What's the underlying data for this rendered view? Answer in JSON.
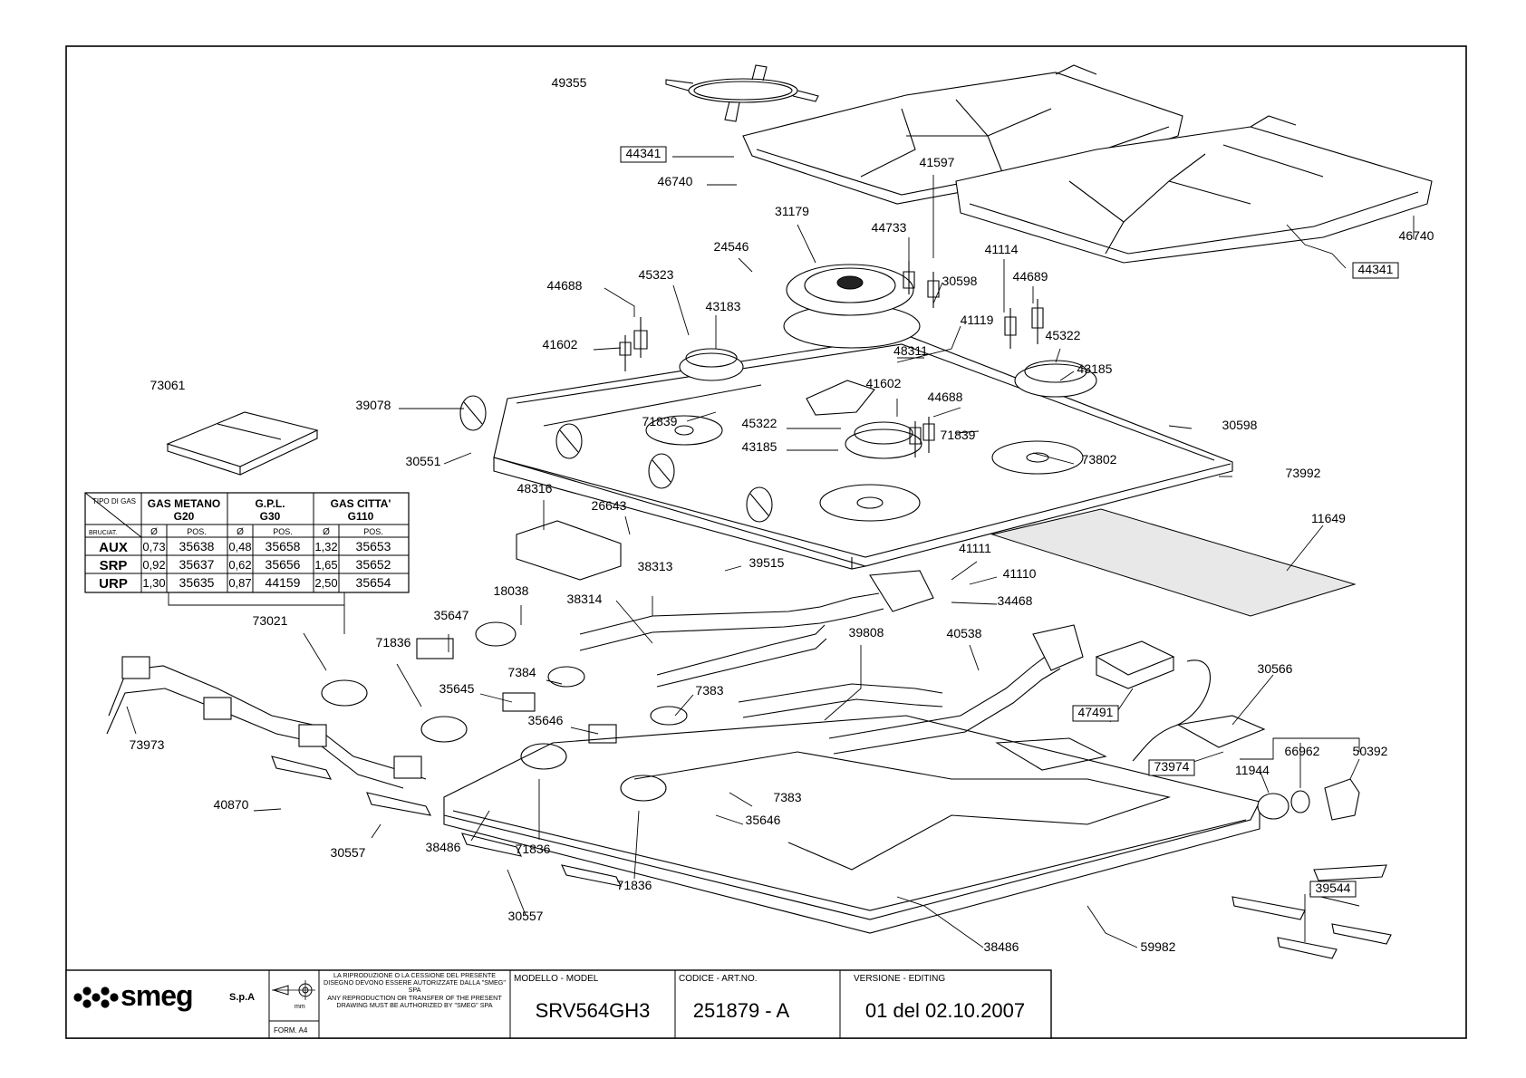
{
  "gas_table": {
    "corner_top": "TIPO DI GAS",
    "corner_bottom": "BRUCIAT.",
    "groups": [
      {
        "name": "GAS METANO",
        "code": "G20"
      },
      {
        "name": "G.P.L.",
        "code": "G30"
      },
      {
        "name": "GAS CITTA'",
        "code": "G110"
      }
    ],
    "sub_diam": "Ø",
    "sub_pos": "POS.",
    "rows": [
      {
        "burner": "AUX",
        "cells": [
          "0,73",
          "35638",
          "0,48",
          "35658",
          "1,32",
          "35653"
        ]
      },
      {
        "burner": "SRP",
        "cells": [
          "0,92",
          "35637",
          "0,62",
          "35656",
          "1,65",
          "35652"
        ]
      },
      {
        "burner": "URP",
        "cells": [
          "1,30",
          "35635",
          "0,87",
          "44159",
          "2,50",
          "35654"
        ]
      }
    ]
  },
  "parts": [
    {
      "id": "p49355",
      "label": "49355"
    },
    {
      "id": "p44341a",
      "label": "44341",
      "boxed": true
    },
    {
      "id": "p46740a",
      "label": "46740"
    },
    {
      "id": "p41597",
      "label": "41597"
    },
    {
      "id": "p31179",
      "label": "31179"
    },
    {
      "id": "p44733",
      "label": "44733"
    },
    {
      "id": "p46740b",
      "label": "46740"
    },
    {
      "id": "p44341b",
      "label": "44341",
      "boxed": true
    },
    {
      "id": "p41114",
      "label": "41114"
    },
    {
      "id": "p44689",
      "label": "44689"
    },
    {
      "id": "p30598a",
      "label": "30598"
    },
    {
      "id": "p24546",
      "label": "24546"
    },
    {
      "id": "p45323",
      "label": "45323"
    },
    {
      "id": "p44688a",
      "label": "44688"
    },
    {
      "id": "p43183",
      "label": "43183"
    },
    {
      "id": "p41119",
      "label": "41119"
    },
    {
      "id": "p48311",
      "label": "48311"
    },
    {
      "id": "p41602a",
      "label": "41602"
    },
    {
      "id": "p45322a",
      "label": "45322"
    },
    {
      "id": "p43185a",
      "label": "43185"
    },
    {
      "id": "p73061",
      "label": "73061"
    },
    {
      "id": "p39078",
      "label": "39078"
    },
    {
      "id": "p41602b",
      "label": "41602"
    },
    {
      "id": "p44688b",
      "label": "44688"
    },
    {
      "id": "p71839a",
      "label": "71839"
    },
    {
      "id": "p45322b",
      "label": "45322"
    },
    {
      "id": "p71839b",
      "label": "71839"
    },
    {
      "id": "p30598b",
      "label": "30598"
    },
    {
      "id": "p43185b",
      "label": "43185"
    },
    {
      "id": "p73802",
      "label": "73802"
    },
    {
      "id": "p30551",
      "label": "30551"
    },
    {
      "id": "p73992",
      "label": "73992"
    },
    {
      "id": "p48316",
      "label": "48316"
    },
    {
      "id": "p26643",
      "label": "26643"
    },
    {
      "id": "p11649",
      "label": "11649"
    },
    {
      "id": "p39515",
      "label": "39515"
    },
    {
      "id": "p41111",
      "label": "41111"
    },
    {
      "id": "p41110",
      "label": "41110"
    },
    {
      "id": "p38313",
      "label": "38313"
    },
    {
      "id": "p18038",
      "label": "18038"
    },
    {
      "id": "p38314",
      "label": "38314"
    },
    {
      "id": "p34468",
      "label": "34468"
    },
    {
      "id": "p35647",
      "label": "35647"
    },
    {
      "id": "p73021",
      "label": "73021"
    },
    {
      "id": "p39808",
      "label": "39808"
    },
    {
      "id": "p40538",
      "label": "40538"
    },
    {
      "id": "p71836a",
      "label": "71836"
    },
    {
      "id": "p7384",
      "label": "7384"
    },
    {
      "id": "p30566",
      "label": "30566"
    },
    {
      "id": "p35645",
      "label": "35645"
    },
    {
      "id": "p7383a",
      "label": "7383"
    },
    {
      "id": "p47491",
      "label": "47491",
      "boxed": true
    },
    {
      "id": "p35646a",
      "label": "35646"
    },
    {
      "id": "p73973",
      "label": "73973"
    },
    {
      "id": "p66962",
      "label": "66962"
    },
    {
      "id": "p50392",
      "label": "50392"
    },
    {
      "id": "p73974",
      "label": "73974",
      "boxed": true
    },
    {
      "id": "p11944",
      "label": "11944"
    },
    {
      "id": "p40870",
      "label": "40870"
    },
    {
      "id": "p7383b",
      "label": "7383"
    },
    {
      "id": "p35646b",
      "label": "35646"
    },
    {
      "id": "p30557a",
      "label": "30557"
    },
    {
      "id": "p38486a",
      "label": "38486"
    },
    {
      "id": "p71836b",
      "label": "71836"
    },
    {
      "id": "p71836c",
      "label": "71836"
    },
    {
      "id": "p39544",
      "label": "39544",
      "boxed": true
    },
    {
      "id": "p30557b",
      "label": "30557"
    },
    {
      "id": "p38486b",
      "label": "38486"
    },
    {
      "id": "p59982",
      "label": "59982"
    }
  ],
  "title_block": {
    "brand": "smeg",
    "company": "S.p.A",
    "form": "FORM. A4",
    "notice_it": "LA RIPRODUZIONE O LA CESSIONE DEL PRESENTE DISEGNO DEVONO ESSERE AUTORIZZATE DALLA \"SMEG\" SPA",
    "notice_en": "ANY REPRODUCTION OR TRANSFER OF THE PRESENT DRAWING MUST BE AUTHORIZED BY \"SMEG\" SPA",
    "model_label": "MODELLO - MODEL",
    "model_value": "SRV564GH3",
    "code_label": "CODICE - ART.NO.",
    "code_value": "251879 - A",
    "version_label": "VERSIONE - EDITING",
    "version_value": "01 del 02.10.2007",
    "mm": "mm"
  }
}
